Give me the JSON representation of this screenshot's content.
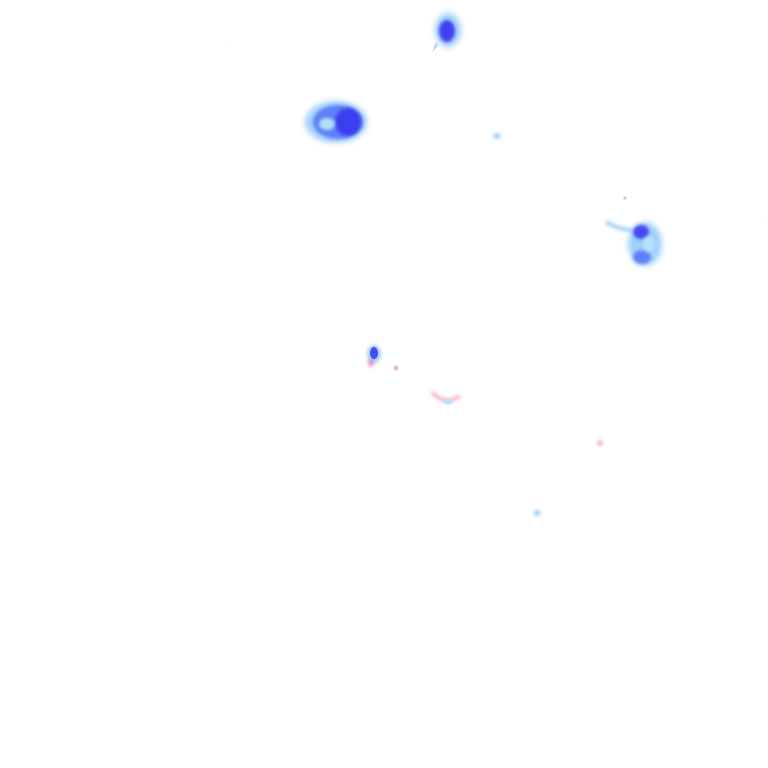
{
  "palette": {
    "background": "#ffffff",
    "deep_blue": "#3b3bf2",
    "mid_blue": "#5a78f5",
    "light_blue": "#8fc8f8",
    "pale_cyan": "#b9e3fb",
    "pink": "#f0a3c4",
    "magenta": "#e35a9b"
  },
  "blobs": [
    {
      "name": "blob-top-center",
      "tone": "deep_blue"
    },
    {
      "name": "blob-upper-left",
      "tone": "deep_blue"
    },
    {
      "name": "blob-right",
      "tone": "mid_blue"
    },
    {
      "name": "blob-center-small",
      "tone": "deep_blue"
    },
    {
      "name": "speck-pink-center",
      "tone": "pink"
    },
    {
      "name": "speck-pink-right",
      "tone": "pink"
    },
    {
      "name": "speck-cyan-lower",
      "tone": "light_blue"
    },
    {
      "name": "speck-cyan-upper",
      "tone": "light_blue"
    }
  ]
}
